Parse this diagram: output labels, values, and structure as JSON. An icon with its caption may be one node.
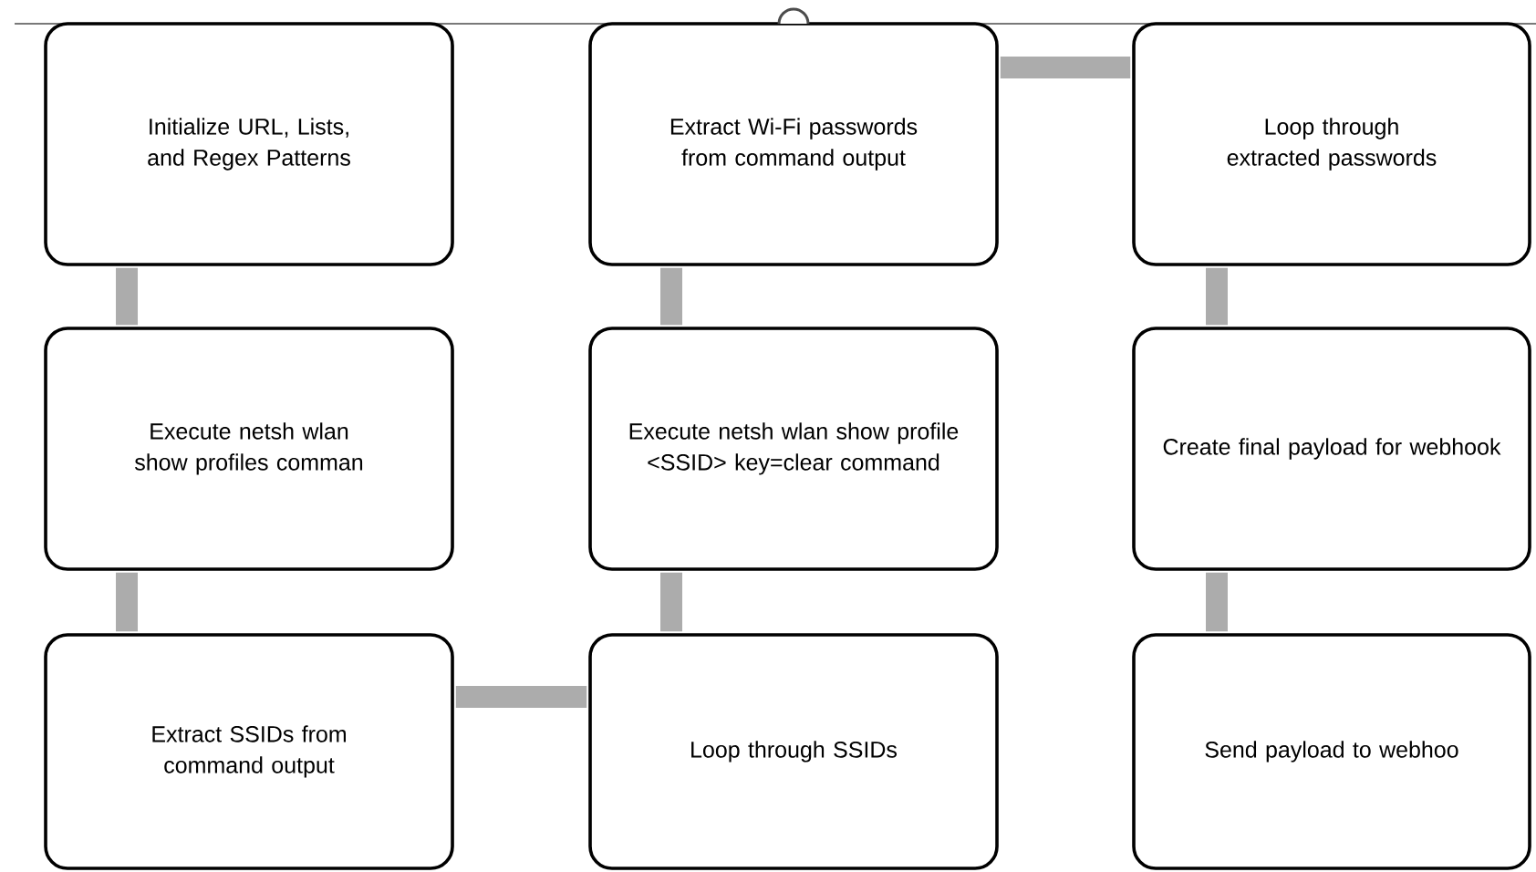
{
  "diagram": {
    "nodes": [
      {
        "text": [
          "Initialize URL, Lists, and Regex Patterns"
        ]
      },
      {
        "text": [
          "Extract Wi-Fi passwords from command output"
        ]
      },
      {
        "text": [
          "Loop through extracted passwords"
        ]
      },
      {
        "text": [
          "Execute netsh wlan show profiles comman"
        ]
      },
      {
        "text": [
          "Execute netsh wlan show profile <SSID> key=clear command"
        ]
      },
      {
        "text": [
          "Create final payload for webhook"
        ]
      },
      {
        "text": [
          "Extract SSIDs from command output"
        ]
      },
      {
        "text": [
          "Loop through SSIDs"
        ]
      },
      {
        "text": [
          "Send payload to webhoo"
        ]
      }
    ],
    "edges": [
      {
        "from": 0,
        "to": 3,
        "arrow": "none"
      },
      {
        "from": 3,
        "to": 6,
        "arrow": "none"
      },
      {
        "from": 6,
        "to": 7,
        "arrow": "none"
      },
      {
        "from": 7,
        "to": 4,
        "arrow": "none"
      },
      {
        "from": 4,
        "to": 1,
        "arrow": "none"
      },
      {
        "from": 1,
        "to": 2,
        "arrow": "none"
      },
      {
        "from": 2,
        "to": 5,
        "arrow": "none"
      },
      {
        "from": 5,
        "to": 8,
        "arrow": "none"
      }
    ]
  }
}
